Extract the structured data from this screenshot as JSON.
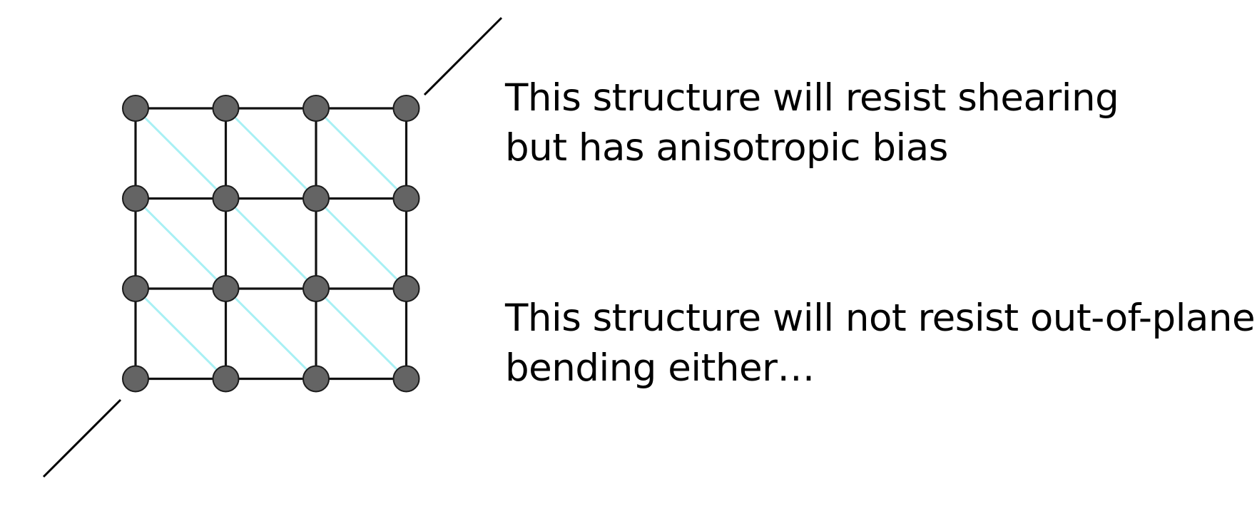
{
  "diagram": {
    "node_color": "#646464",
    "edge_color": "#111111",
    "diagonal_color": "#a8f0f4",
    "axis_color": "#000000",
    "grid_nodes_per_side": 4,
    "diagonal_direction": "top-left to bottom-right"
  },
  "captions": [
    {
      "line1": "This structure will resist shearing",
      "line2": "but has anisotropic bias"
    },
    {
      "line1": "This structure will not resist out-of-plane",
      "line2": "bending either…"
    }
  ]
}
